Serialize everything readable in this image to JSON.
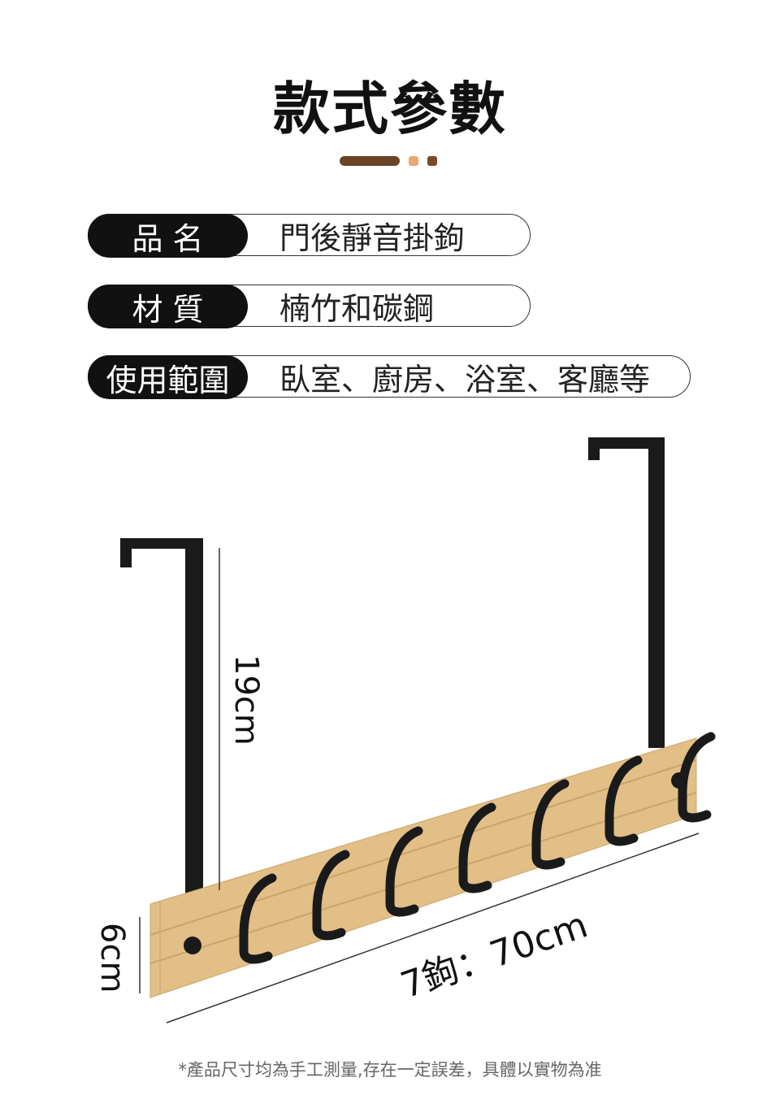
{
  "header": {
    "title": "款式參數"
  },
  "decor_colors": {
    "bar": "#6b4426",
    "dot_light": "#e8a870",
    "dot_dark": "#7a4a28"
  },
  "specs": [
    {
      "label": "品 名",
      "value": "門後靜音掛鉤"
    },
    {
      "label": "材 質",
      "value": "楠竹和碳鋼"
    },
    {
      "label": "使用範圍",
      "value": "臥室、廚房、浴室、客廳等"
    }
  ],
  "dimensions": {
    "height": "19cm",
    "board_height": "6cm",
    "length": "7鉤：70cm"
  },
  "footnote": "*產品尺寸均為手工測量,存在一定誤差，具體以實物為准"
}
